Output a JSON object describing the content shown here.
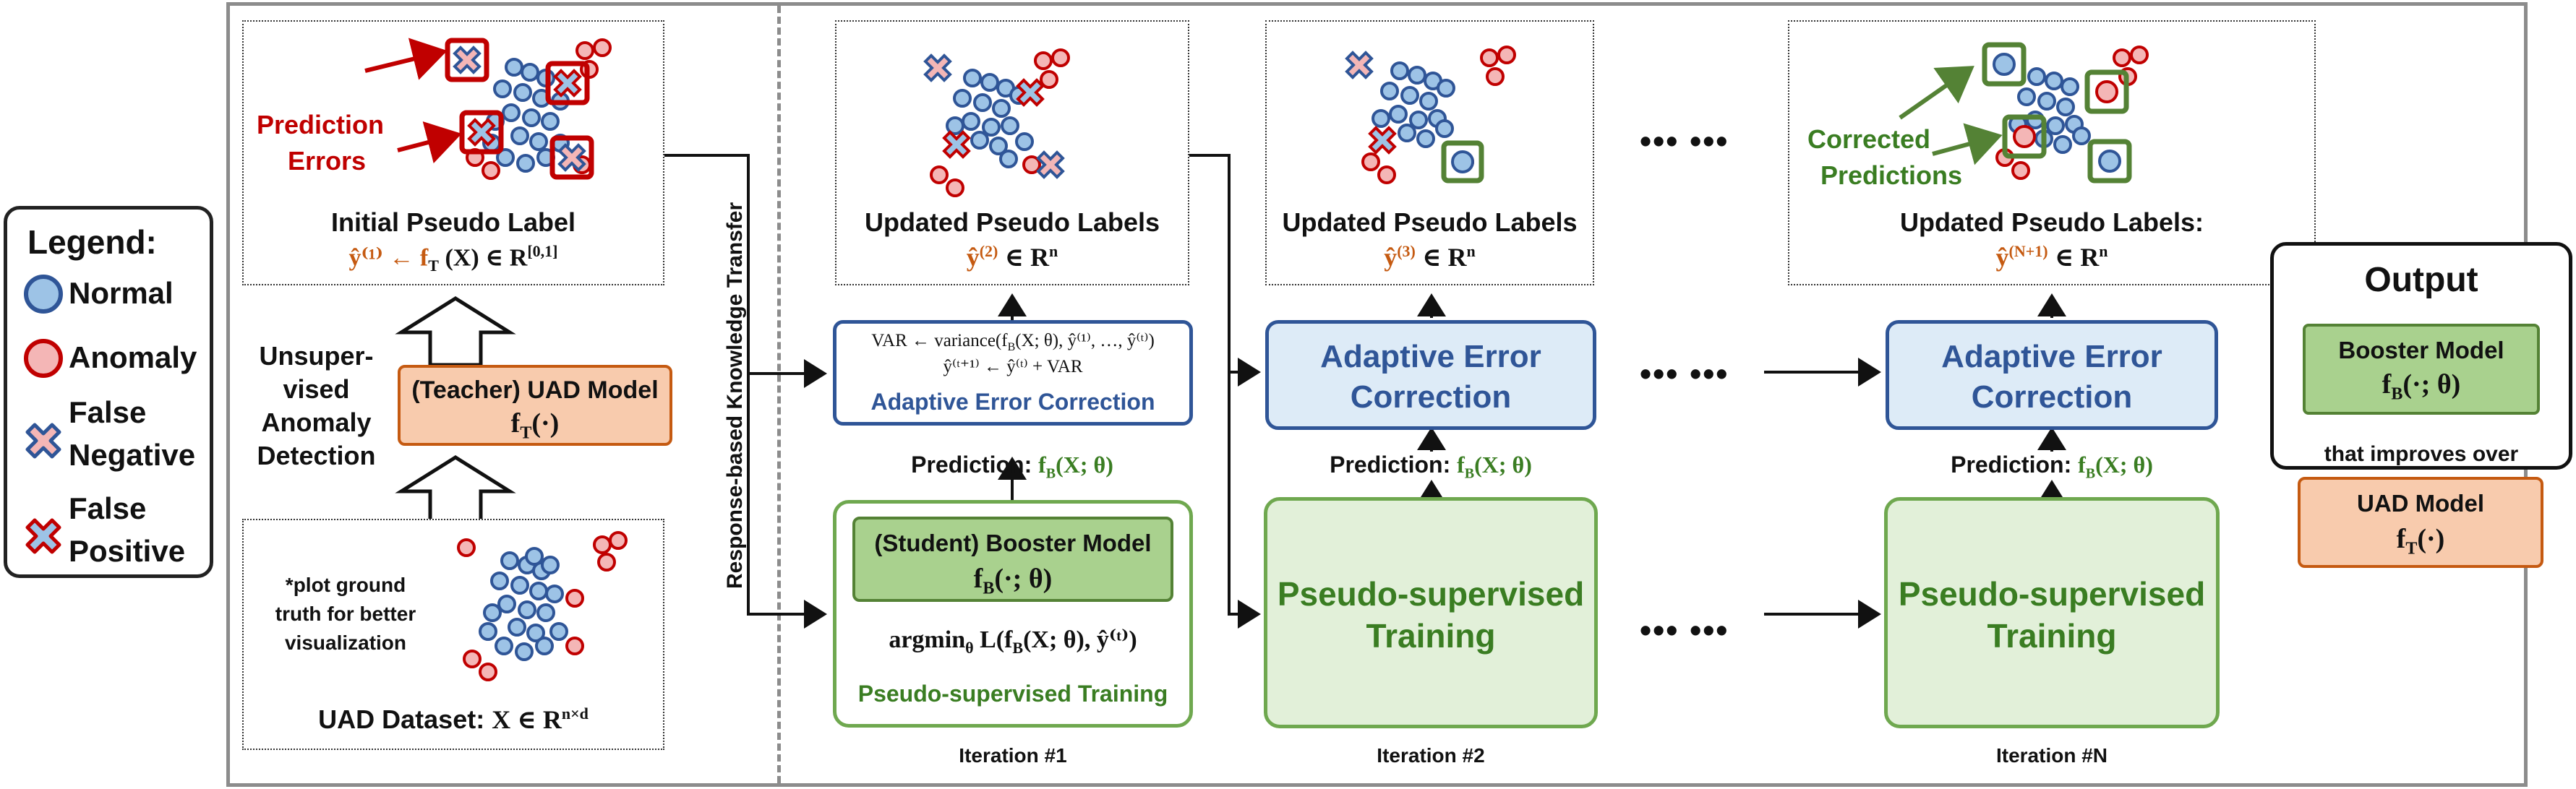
{
  "legend": {
    "title": "Legend:",
    "items": [
      {
        "label": "Normal",
        "icon": "blue-circle-icon"
      },
      {
        "label": "Anomaly",
        "icon": "red-circle-icon"
      },
      {
        "label_1": "False",
        "label_2": "Negative",
        "icon": "blue-x-icon"
      },
      {
        "label_1": "False",
        "label_2": "Positive",
        "icon": "red-x-icon"
      }
    ]
  },
  "teacher": {
    "initial_title": "Initial Pseudo Label",
    "initial_formula": "ŷ⁽¹⁾ ← f",
    "initial_formula_sub": "T",
    "initial_formula_rest": " (X) ∈ R",
    "initial_formula_sup": "[0,1]",
    "prediction_errors_1": "Prediction",
    "prediction_errors_2": "Errors",
    "unsupervised_1": "Unsuper-",
    "unsupervised_2": "vised",
    "unsupervised_3": "Anomaly",
    "unsupervised_4": "Detection",
    "uad_model_label": "(Teacher) UAD Model",
    "uad_model_formula": "f",
    "uad_model_sub": "T",
    "uad_model_rest": "(·)",
    "dataset_note_1": "*plot ground",
    "dataset_note_2": "truth for better",
    "dataset_note_3": "visualization",
    "dataset_label": "UAD Dataset: ",
    "dataset_formula": "X ∈ R",
    "dataset_sup": "n×d"
  },
  "transfer_label": "Response-based Knowledge Transfer",
  "iterations": [
    {
      "title": "Updated Pseudo Labels",
      "formula": "ŷ",
      "formula_sup": "(2)",
      "formula_rest": " ∈ R",
      "formula_rest_sup": "n",
      "var_line": "VAR ← variance(f",
      "var_sub": "B",
      "var_rest": "(X; θ), ŷ⁽¹⁾, …, ŷ⁽ᵗ⁾)",
      "update_line": "ŷ⁽ᵗ⁺¹⁾ ← ŷ⁽ᵗ⁾ + VAR",
      "aec_label": "Adaptive Error Correction",
      "prediction_label": "Prediction: ",
      "prediction_formula": "f",
      "prediction_sub": "B",
      "prediction_rest": "(X; θ)",
      "student_label": "(Student) Booster Model",
      "student_formula": "f",
      "student_sub": "B",
      "student_rest": "(·; θ)",
      "argmin": "argmin",
      "argmin_sub": "θ",
      "argmin_rest": " L(f",
      "argmin_sub2": "B",
      "argmin_rest2": "(X; θ), ŷ⁽ᵗ⁾)",
      "train_label": "Pseudo-supervised Training",
      "iter_label": "Iteration #1"
    },
    {
      "title": "Updated Pseudo Labels",
      "formula": "ŷ",
      "formula_sup": "(3)",
      "formula_rest": " ∈ R",
      "formula_rest_sup": "n",
      "aec_label_1": "Adaptive Error",
      "aec_label_2": "Correction",
      "prediction_label": "Prediction: ",
      "prediction_formula": "f",
      "prediction_sub": "B",
      "prediction_rest": "(X; θ)",
      "train_label_1": "Pseudo-supervised",
      "train_label_2": "Training",
      "iter_label": "Iteration #2"
    },
    {
      "title": "Updated Pseudo Labels:",
      "formula": "ŷ",
      "formula_sup": "(N+1)",
      "formula_rest": " ∈ R",
      "formula_rest_sup": "n",
      "corrected_1": "Corrected",
      "corrected_2": "Predictions",
      "aec_label_1": "Adaptive Error",
      "aec_label_2": "Correction",
      "prediction_label": "Prediction: ",
      "prediction_formula": "f",
      "prediction_sub": "B",
      "prediction_rest": "(X; θ)",
      "train_label_1": "Pseudo-supervised",
      "train_label_2": "Training",
      "iter_label": "Iteration #N"
    }
  ],
  "ellipsis": "••• •••",
  "output": {
    "title": "Output",
    "booster_label": "Booster Model",
    "booster_formula": "f",
    "booster_sub": "B",
    "booster_rest": "(·; θ)",
    "improves": "that improves over",
    "uad_label": "UAD Model",
    "uad_formula": "f",
    "uad_sub": "T",
    "uad_rest": "(·)"
  },
  "colors": {
    "normal_fill": "#9dc3e6",
    "normal_stroke": "#2f5597",
    "anomaly_fill": "#f4b6b6",
    "anomaly_stroke": "#c00000",
    "green": "#548235",
    "orange": "#c55a11",
    "blue": "#2f5597"
  }
}
